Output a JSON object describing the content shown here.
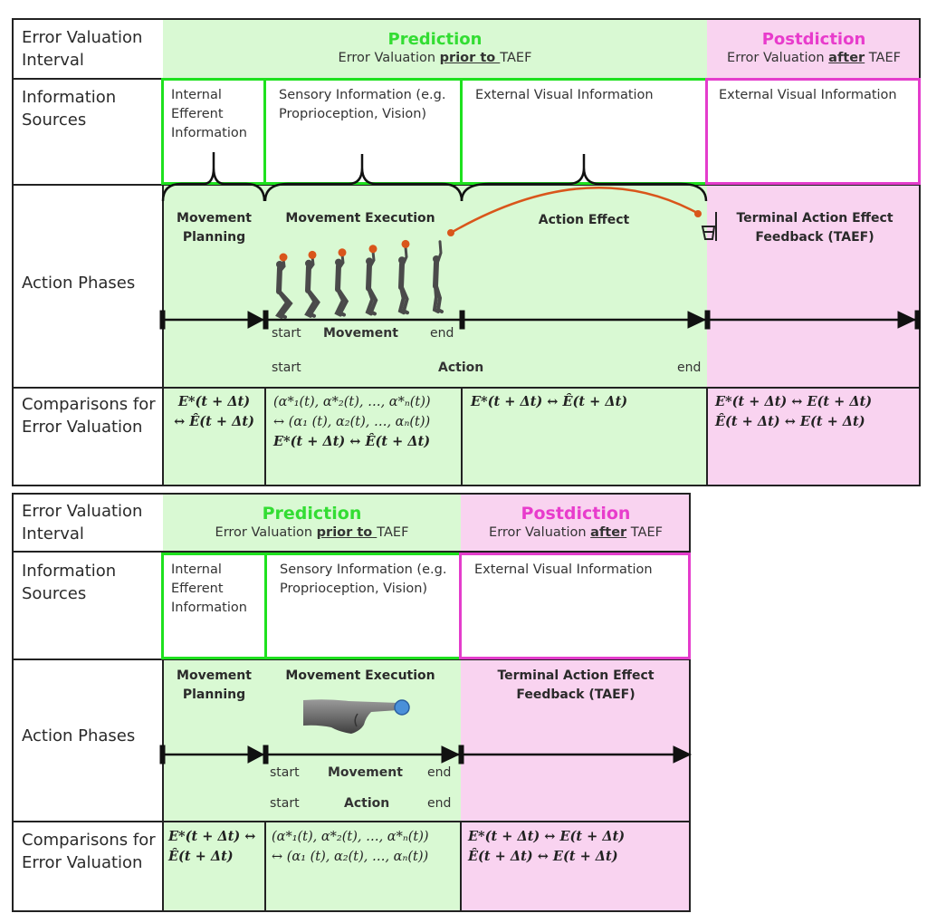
{
  "figures": [
    {
      "row_labels": {
        "interval": "Error Valuation Interval",
        "interval_line1": "Error Valuation",
        "interval_line2": "Interval",
        "sources_line1": "Information",
        "sources_line2": "Sources",
        "phases": "Action Phases",
        "comparisons_line1": "Comparisons for",
        "comparisons_line2": "Error Valuation"
      },
      "prediction": {
        "title": "Prediction",
        "subtitle_pre": "Error Valuation ",
        "subtitle_em": "prior to ",
        "subtitle_post": "TAEF"
      },
      "postdiction": {
        "title": "Postdiction",
        "subtitle_pre": "Error Valuation ",
        "subtitle_em": "after",
        "subtitle_post": " TAEF"
      },
      "sources": [
        {
          "lines": [
            "Internal",
            "Efferent",
            "Information"
          ]
        },
        {
          "lines": [
            "Sensory Information (e.g.",
            "Proprioception, Vision)"
          ]
        },
        {
          "lines": [
            "External Visual Information"
          ]
        },
        {
          "lines": [
            "External Visual Information"
          ]
        }
      ],
      "phases": [
        {
          "lines": [
            "Movement",
            "Planning"
          ]
        },
        {
          "lines": [
            "Movement Execution"
          ]
        },
        {
          "lines": [
            "Action Effect"
          ]
        },
        {
          "lines": [
            "Terminal Action Effect",
            "Feedback (TAEF)"
          ]
        }
      ],
      "timeline": {
        "movement_start": "start",
        "movement_label": "Movement",
        "movement_end": "end",
        "action_start": "start",
        "action_label": "Action",
        "action_end": "end"
      },
      "illustration": "basketball-jump-shot-sequence",
      "comparisons": [
        {
          "lines": [
            "E*(t + Δt)",
            "↔ Ê(t + Δt)"
          ]
        },
        {
          "lines": [
            "(α*₁(t), α*₂(t), …, α*ₙ(t))",
            "↔ (α₁ (t), α₂(t), …, αₙ(t))",
            "E*(t + Δt) ↔ Ê(t + Δt)"
          ]
        },
        {
          "lines": [
            "E*(t + Δt) ↔ Ê(t + Δt)"
          ]
        },
        {
          "lines": [
            "E*(t + Δt) ↔ E(t + Δt)",
            "Ê(t + Δt) ↔ E(t + Δt)"
          ]
        }
      ]
    },
    {
      "row_labels": {
        "interval_line1": "Error Valuation",
        "interval_line2": "Interval",
        "sources_line1": "Information",
        "sources_line2": "Sources",
        "phases": "Action Phases",
        "comparisons_line1": "Comparisons for",
        "comparisons_line2": "Error Valuation"
      },
      "prediction": {
        "title": "Prediction",
        "subtitle_pre": "Error Valuation ",
        "subtitle_em": "prior to ",
        "subtitle_post": "TAEF"
      },
      "postdiction": {
        "title": "Postdiction",
        "subtitle_pre": "Error Valuation ",
        "subtitle_em": "after",
        "subtitle_post": " TAEF"
      },
      "sources": [
        {
          "lines": [
            "Internal",
            "Efferent",
            "Information"
          ]
        },
        {
          "lines": [
            "Sensory Information (e.g.",
            "Proprioception, Vision)"
          ]
        },
        {
          "lines": [
            "External Visual Information"
          ]
        }
      ],
      "phases": [
        {
          "lines": [
            "Movement",
            "Planning"
          ]
        },
        {
          "lines": [
            "Movement Execution"
          ]
        },
        {
          "lines": [
            "Terminal Action Effect",
            "Feedback (TAEF)"
          ]
        }
      ],
      "timeline": {
        "movement_start": "start",
        "movement_label": "Movement",
        "movement_end": "end",
        "action_start": "start",
        "action_label": "Action",
        "action_end": "end"
      },
      "illustration": "finger-pressing-button",
      "comparisons": [
        {
          "lines": [
            "E*(t + Δt) ↔",
            "Ê(t + Δt)"
          ]
        },
        {
          "lines": [
            "(α*₁(t), α*₂(t), …, α*ₙ(t))",
            "↔ (α₁ (t), α₂(t), …, αₙ(t))"
          ]
        },
        {
          "lines": [
            "E*(t + Δt) ↔ E(t + Δt)",
            "Ê(t + Δt) ↔ E(t + Δt)"
          ]
        }
      ]
    }
  ],
  "colors": {
    "prediction_fill": "#d9f9d3",
    "postdiction_fill": "#f9d3f0",
    "prediction_accent": "#33dd33",
    "postdiction_accent": "#e83ccc",
    "ball": "#d9561b",
    "button": "#4a90d9"
  }
}
